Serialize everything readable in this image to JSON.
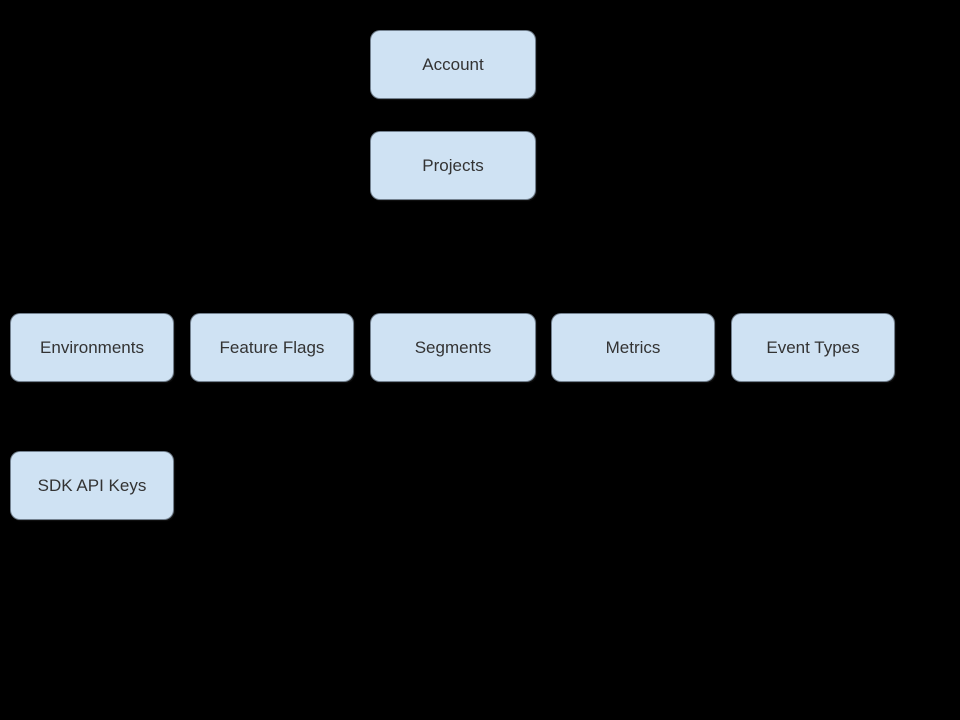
{
  "diagram": {
    "background_color": "#000000",
    "node_fill_color": "#cfe2f3",
    "node_text_color": "#333333",
    "nodes": {
      "account": {
        "label": "Account"
      },
      "projects": {
        "label": "Projects"
      },
      "environments": {
        "label": "Environments"
      },
      "feature_flags": {
        "label": "Feature Flags"
      },
      "segments": {
        "label": "Segments"
      },
      "metrics": {
        "label": "Metrics"
      },
      "event_types": {
        "label": "Event Types"
      },
      "sdk_api_keys": {
        "label": "SDK API Keys"
      }
    }
  }
}
